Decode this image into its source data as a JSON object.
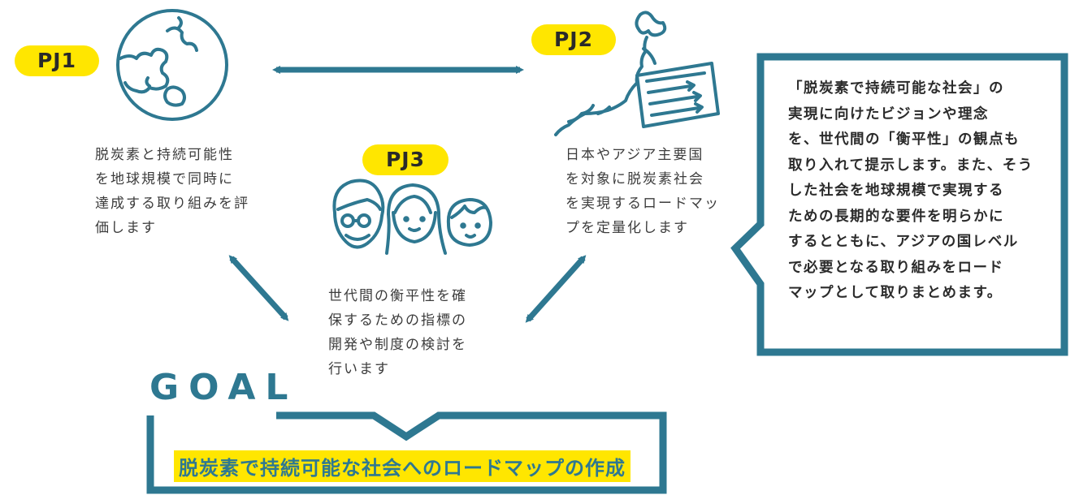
{
  "projects": {
    "pj1": {
      "label": "PJ1",
      "desc": "脱炭素と持続可能性\nを地球規模で同時に\n達成する取り組みを評\n価します"
    },
    "pj2": {
      "label": "PJ2",
      "desc": "日本やアジア主要国\nを対象に脱炭素社会\nを実現するロードマッ\nプを定量化します"
    },
    "pj3": {
      "label": "PJ3",
      "desc": "世代間の衡平性を確\n保するための指標の\n開発や制度の検討を\n行います"
    }
  },
  "callout": {
    "text": "「脱炭素で持続可能な社会」の\n実現に向けたビジョンや理念\nを、世代間の「衡平性」の観点も\n取り入れて提示します。また、そう\nした社会を地球規模で実現する\nための長期的な要件を明らかに\nするとともに、アジアの国レベル\nで必要となる取り組みをロード\nマップとして取りまとめます。"
  },
  "goal": {
    "title": "GOAL",
    "text": "脱炭素で持続可能な社会へのロードマップの作成"
  },
  "colors": {
    "teal": "#2e7891",
    "yellow": "#ffe600"
  }
}
